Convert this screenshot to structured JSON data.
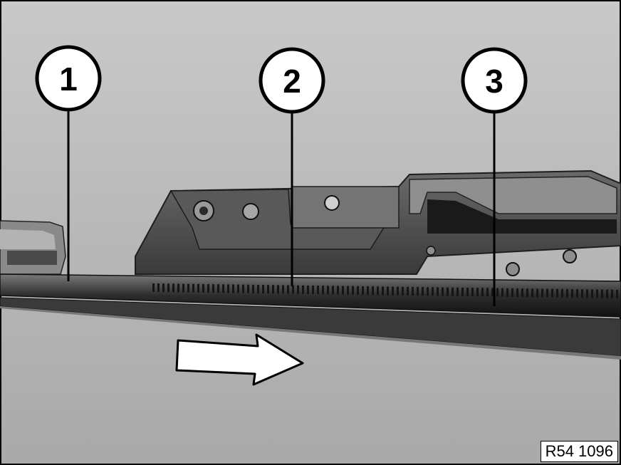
{
  "callouts": [
    {
      "label": "1"
    },
    {
      "label": "2"
    },
    {
      "label": "3"
    }
  ],
  "reference_code": "R54 1096",
  "colors": {
    "background": "#b9b9b9",
    "dark_metal": "#2a2a2a",
    "mid_metal": "#6d6d6d",
    "callout_fill": "#ffffff",
    "arrow_fill": "#ffffff"
  }
}
